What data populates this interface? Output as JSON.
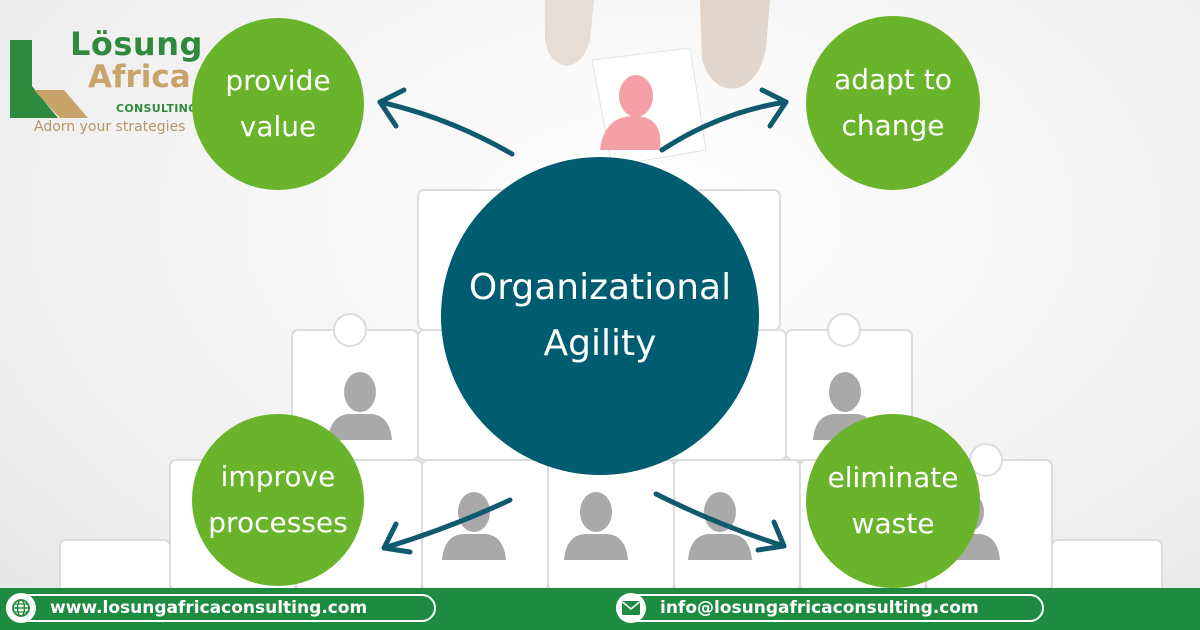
{
  "logo": {
    "name_line1": "Lösung",
    "name_line2": "Africa",
    "subtitle": "CONSULTING",
    "tagline": "Adorn your strategies"
  },
  "center": {
    "line1": "Organizational",
    "line2": "Agility"
  },
  "bubbles": {
    "top_left": {
      "line1": "provide",
      "line2": "value"
    },
    "top_right": {
      "line1": "adapt to",
      "line2": "change"
    },
    "bottom_left": {
      "line1": "improve",
      "line2": "processes"
    },
    "bottom_right": {
      "line1": "eliminate",
      "line2": "waste"
    }
  },
  "footer": {
    "website": "www.losungafricaconsulting.com",
    "email": "info@losungafricaconsulting.com"
  },
  "colors": {
    "green_bubble": "#6ab42c",
    "center_teal": "#005c70",
    "footer_green": "#1e8c40",
    "logo_green": "#2e8b3e",
    "logo_gold": "#c9a46a",
    "arrow": "#0f5a6c"
  },
  "icons": {
    "website": "globe-icon",
    "email": "envelope-icon"
  }
}
